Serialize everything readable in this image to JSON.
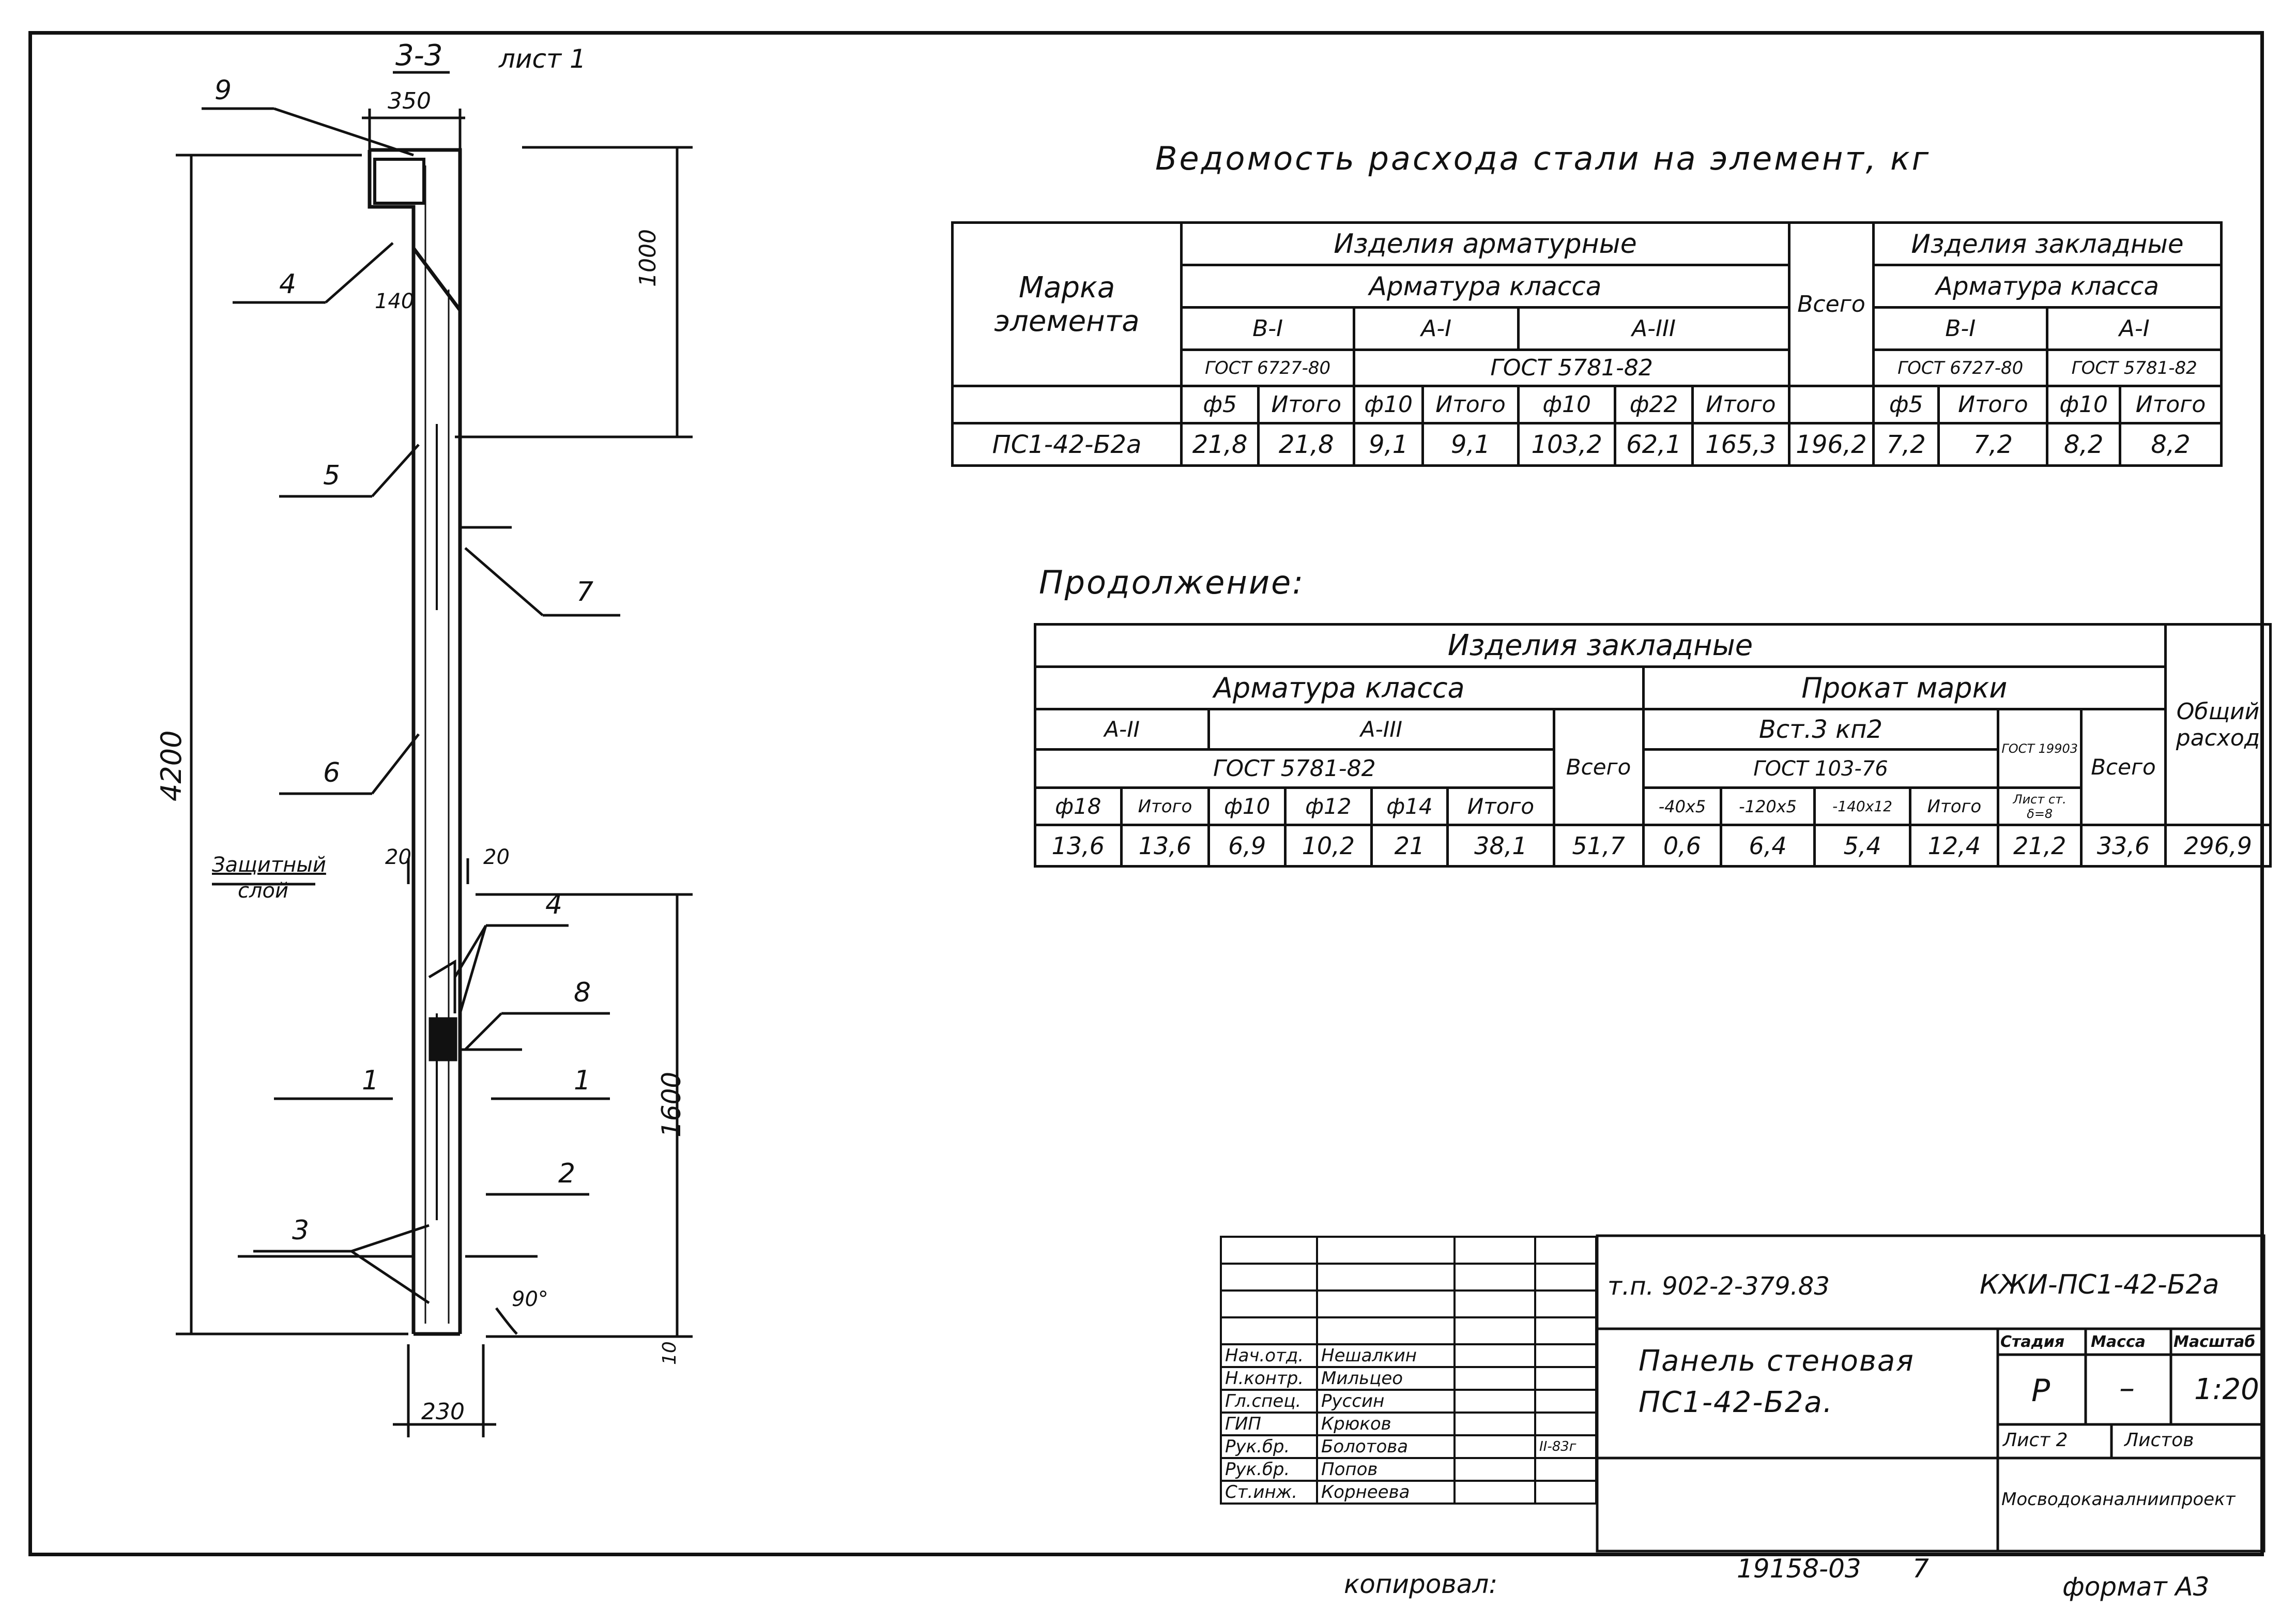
{
  "section": {
    "label": "3-3",
    "sheet": "лист 1"
  },
  "drawing": {
    "callouts": [
      "9",
      "4",
      "5",
      "7",
      "6",
      "4",
      "8",
      "1",
      "1",
      "2",
      "3"
    ],
    "dims": {
      "top_width": "350",
      "offset_140": "140",
      "h_1000": "1000",
      "total_4200": "4200",
      "h_1600": "1600",
      "h_10": "10",
      "bottom_230": "230",
      "angle": "90°",
      "cover_left": "20",
      "cover_right": "20"
    },
    "protective_layer": [
      "Защитный",
      "слой"
    ]
  },
  "steel_statement": {
    "title": "Ведомость расхода стали на элемент, кг",
    "mark_header": [
      "Марка",
      "элемента"
    ],
    "group_reinf": "Изделия арматурные",
    "group_embed": "Изделия закладные",
    "rebar_class": "Арматура класса",
    "class_b1": "В-I",
    "class_a1": "А-I",
    "class_a3": "А-III",
    "gost_b": "ГОСТ 6727-80",
    "gost_a": "ГОСТ 5781-82",
    "total": "Всего",
    "embed_class_b1": "В-I",
    "embed_class_a1": "А-I",
    "embed_gost_b": "ГОСТ 6727-80",
    "embed_gost_a": "ГОСТ 5781-82",
    "sub_headers": [
      "ф5",
      "Итого",
      "ф10",
      "Итого",
      "ф10",
      "ф22",
      "Итого",
      "ф5",
      "Итого",
      "ф10",
      "Итого"
    ],
    "row_mark": "ПС1-42-Б2а",
    "row_values": [
      "21,8",
      "21,8",
      "9,1",
      "9,1",
      "103,2",
      "62,1",
      "165,3",
      "196,2",
      "7,2",
      "7,2",
      "8,2",
      "8,2"
    ]
  },
  "continuation": {
    "title": "Продолжение:",
    "group_embed": "Изделия закладные",
    "rebar_class": "Арматура класса",
    "rolled_mark": "Прокат марки",
    "class_a2": "А-II",
    "class_a3": "А-III",
    "steel": "Вст.3 кп2",
    "gost_a": "ГОСТ 5781-82",
    "gost_rolled": "ГОСТ 103-76",
    "gost_sheet": "ГОСТ 19903",
    "total": "Всего",
    "total2": "Всего",
    "overall": [
      "Общий",
      "расход"
    ],
    "sub_headers": [
      "ф18",
      "Итого",
      "ф10",
      "ф12",
      "ф14",
      "Итого",
      "-40х5",
      "-120х5",
      "-140х12",
      "Итого",
      "Лист ст. δ=8"
    ],
    "row_values": [
      "13,6",
      "13,6",
      "6,9",
      "10,2",
      "21",
      "38,1",
      "51,7",
      "0,6",
      "6,4",
      "5,4",
      "12,4",
      "21,2",
      "33,6",
      "296,9"
    ]
  },
  "title_block": {
    "project": "т.п. 902-2-379.83",
    "code": "КЖИ-ПС1-42-Б2а",
    "name_line1": "Панель стеновая",
    "name_line2": "ПС1-42-Б2а.",
    "stage_h": "Стадия",
    "mass_h": "Масса",
    "scale_h": "Масштаб",
    "stage": "Р",
    "mass": "–",
    "scale": "1:20",
    "sheet": "Лист 2",
    "sheets": "Листов",
    "org": "Мосводоканалниипроект",
    "staff": [
      {
        "role": "Нач.отд.",
        "name": "Нешалкин"
      },
      {
        "role": "Н.контр.",
        "name": "Мильцео"
      },
      {
        "role": "Гл.спец.",
        "name": "Руссин"
      },
      {
        "role": "ГИП",
        "name": "Крюков"
      },
      {
        "role": "Рук.бр.",
        "name": "Болотова",
        "date": "II-83г"
      },
      {
        "role": "Рук.бр.",
        "name": "Попов"
      },
      {
        "role": "Ст.инж.",
        "name": "Корнеева"
      }
    ]
  },
  "footer": {
    "copied": "копировал:",
    "number": "19158-03",
    "page": "7",
    "format": "формат А3"
  }
}
